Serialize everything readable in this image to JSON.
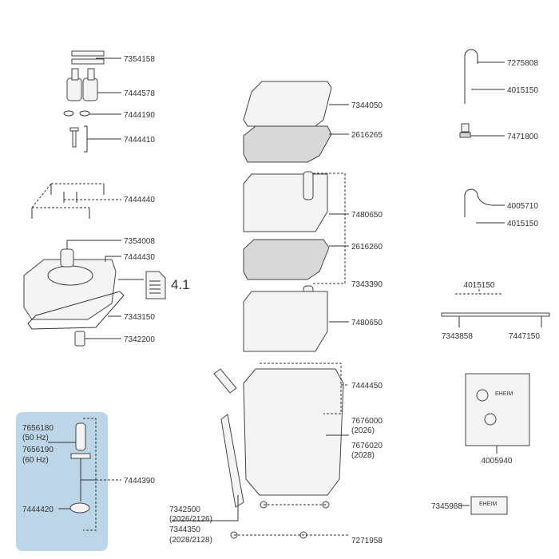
{
  "left": {
    "p1": "7354158",
    "p2": "7444578",
    "p3": "7444190",
    "p4": "7444410",
    "p5": "7444440",
    "p6": "7354008",
    "p7": "7444430",
    "p8": "7343150",
    "p9": "7342200",
    "doc_ref": "4.1"
  },
  "motor_box": {
    "p1": "7656180",
    "p1_note": "(50 Hz)",
    "p2": "7656190",
    "p2_note": "(60 Hz)",
    "p3": "7444420",
    "p4": "7444390",
    "bg_color": "#bcd6e8"
  },
  "center": {
    "p1": "7344050",
    "p2": "2616265",
    "p3": "7480650",
    "p4": "2616260",
    "p5": "7343390",
    "p6": "7480650",
    "p7": "7444450",
    "p8": "7676000",
    "p8_note": "(2026)",
    "p9": "7676020",
    "p9_note": "(2028)",
    "p10": "7342500",
    "p10_note": "(2026/2126)",
    "p11": "7344350",
    "p11_note": "(2028/2128)",
    "p12": "7271958"
  },
  "right": {
    "p1": "7275808",
    "p2": "4015150",
    "p3": "7471800",
    "p4": "4005710",
    "p5": "4015150",
    "p6": "4015150",
    "p7": "7343858",
    "p8": "7447150",
    "p9": "4005940",
    "p10": "7345988",
    "hose_brand": "EHEIM",
    "pack_brand": "EHEIM"
  }
}
